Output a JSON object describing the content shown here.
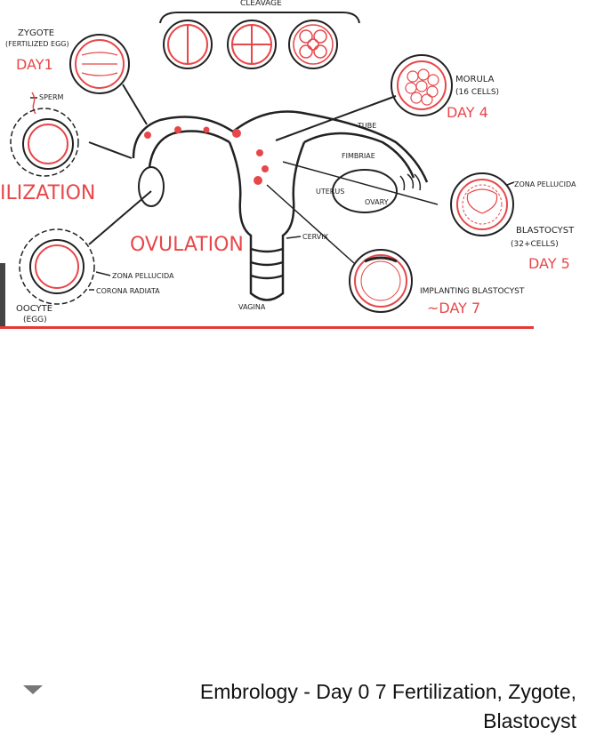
{
  "diagram": {
    "cleavage_label": "CLEAVAGE",
    "zygote_label_1": "ZYGOTE",
    "zygote_label_2": "(FERTILIZED EGG)",
    "zygote_day": "DAY1",
    "sperm_label": "SPERM",
    "fertilization_label": "ILIZATION",
    "ovulation_label": "OVULATION",
    "oocyte_label_1": "OOCYTE",
    "oocyte_label_2": "(EGG)",
    "zona_label_left": "ZONA PELLUCIDA",
    "corona_label": "CORONA RADIATA",
    "morula_label_1": "MORULA",
    "morula_label_2": "(16 CELLS)",
    "morula_day": "DAY 4",
    "tube_label": "TUBE",
    "fimbriae_label": "FIMBRIAE",
    "uterus_label": "UTERUS",
    "ovary_label": "OVARY",
    "cervix_label": "CERVIX",
    "vagina_label": "VAGINA",
    "zona_label_right": "ZONA PELLUCIDA",
    "blastocyst_label_1": "BLASTOCYST",
    "blastocyst_label_2": "(32+CELLS)",
    "blastocyst_day": "DAY 5",
    "implanting_label": "IMPLANTING BLASTOCYST",
    "implanting_day": "~DAY 7"
  },
  "video": {
    "title_line1": "Embrology - Day 0 7 Fertilization, Zygote,",
    "title_line2": "Blastocyst"
  },
  "colors": {
    "ink": "#222222",
    "accent": "#e8474a",
    "progress": "#e53935"
  }
}
